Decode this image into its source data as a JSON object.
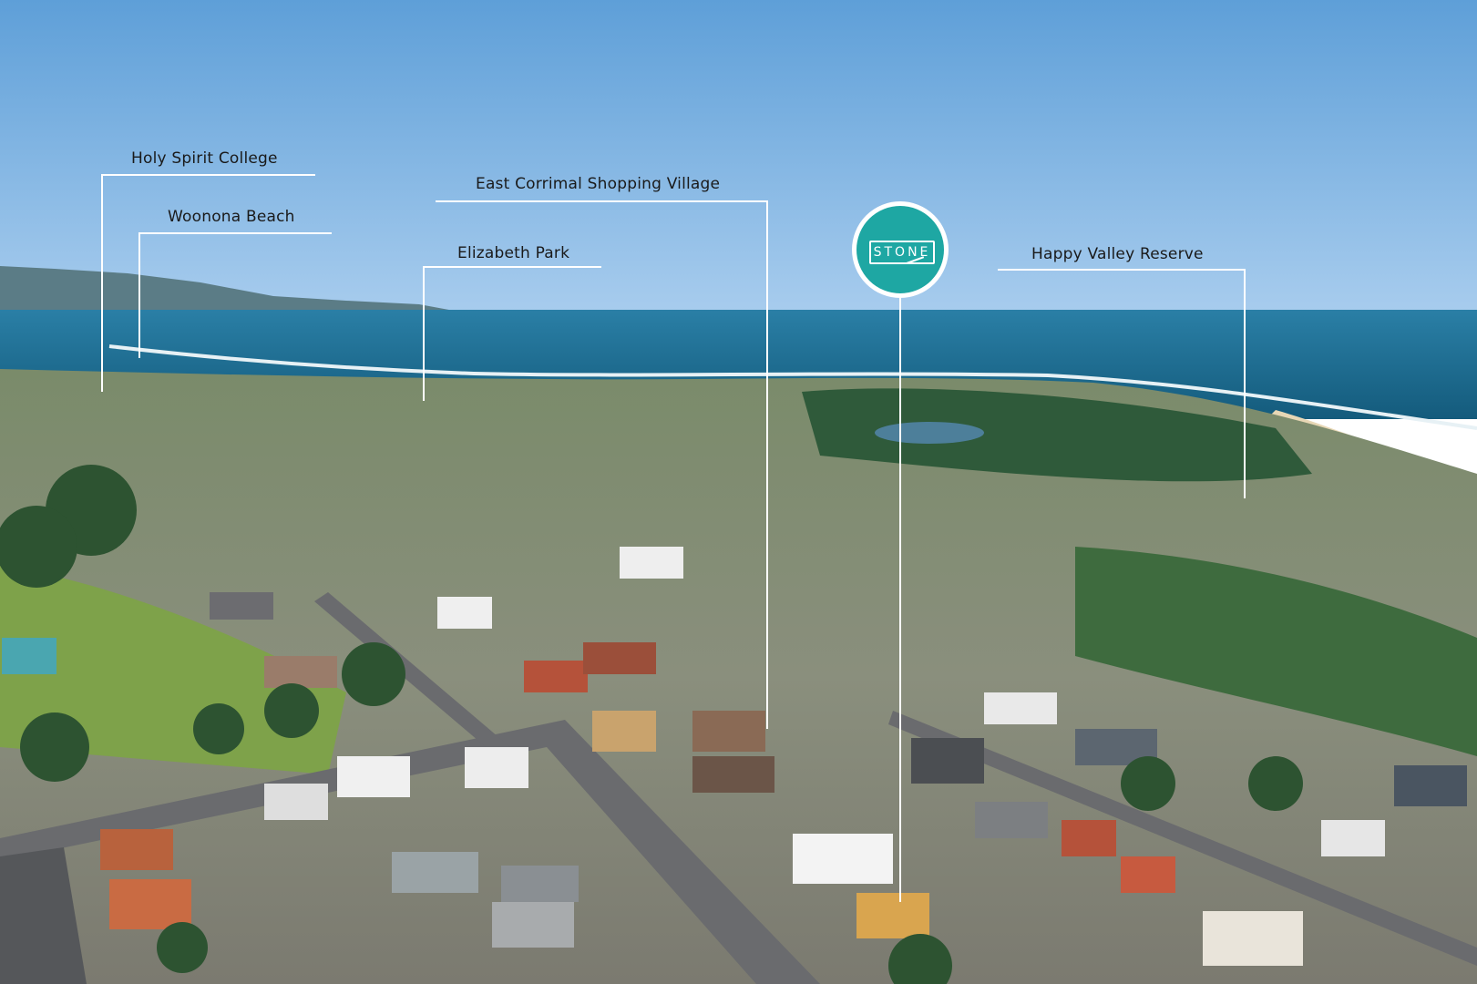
{
  "labels": {
    "holy_spirit": "Holy Spirit College",
    "woonona": "Woonona Beach",
    "east_corrimal": "East Corrimal Shopping Village",
    "elizabeth_park": "Elizabeth Park",
    "happy_valley": "Happy Valley Reserve"
  },
  "logo": {
    "word": "STONE",
    "color": "#1ea7a3"
  },
  "colors": {
    "sky_top": "#5e9fd8",
    "sky_horizon": "#a9cdee",
    "ocean": "#1c6a8c",
    "line": "#ffffff"
  }
}
